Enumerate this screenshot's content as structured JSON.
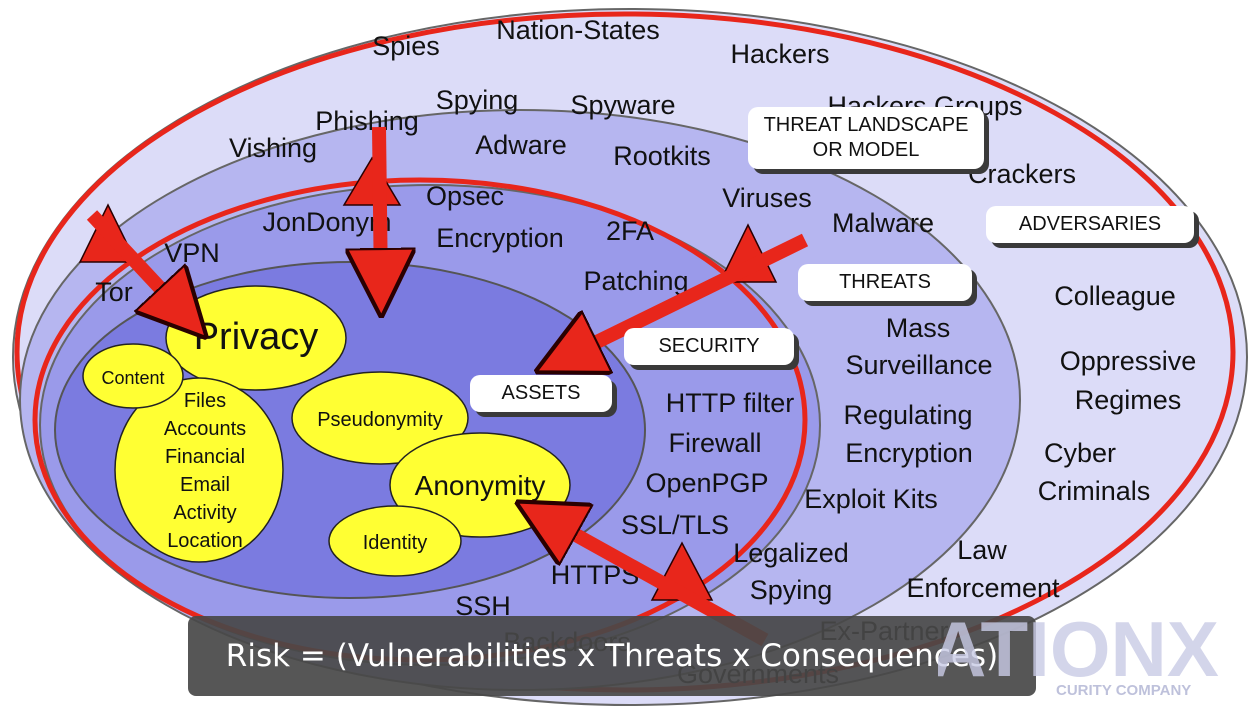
{
  "labels": {
    "threat_landscape": "THREAT LANDSCAPE\nOR MODEL",
    "adversaries": "ADVERSARIES",
    "threats": "THREATS",
    "security": "SECURITY",
    "assets": "ASSETS"
  },
  "adversaries": [
    "Spies",
    "Nation-States",
    "Hackers",
    "Hackers Groups",
    "Crackers",
    "Colleague",
    "Oppressive",
    "Regimes",
    "Cyber",
    "Criminals",
    "Law",
    "Enforcement",
    "Ex-Partner",
    "Governments"
  ],
  "threats": [
    "Spying",
    "Spyware",
    "Phishing",
    "Adware",
    "Rootkits",
    "Vishing",
    "Viruses",
    "Malware",
    "Mass",
    "Surveillance",
    "Regulating",
    "Encryption",
    "Exploit Kits",
    "Legalized",
    "Spying",
    "Backdoors"
  ],
  "security": [
    "Opsec",
    "JonDonym",
    "Encryption",
    "2FA",
    "VPN",
    "Tor",
    "Patching",
    "HTTP filter",
    "Firewall",
    "OpenPGP",
    "SSL/TLS",
    "HTTPS",
    "SSH"
  ],
  "assets": [
    "Privacy",
    "Content",
    "Files",
    "Accounts",
    "Financial",
    "Email",
    "Activity",
    "Location",
    "Pseudonymity",
    "Anonymity",
    "Identity"
  ],
  "formula": "Risk = (Vulnerabilities x Threats x Consequences)",
  "watermark": {
    "text": "STATIONX",
    "tagline": "SECURITY COMPANY"
  },
  "colors": {
    "outer": "#dcdcf8",
    "threats": "#b6b6f0",
    "security": "#9a9aea",
    "assets": "#7b7be0",
    "ring": "#e8261b",
    "arrow": "#e8261b",
    "asset": "#ffff33"
  }
}
